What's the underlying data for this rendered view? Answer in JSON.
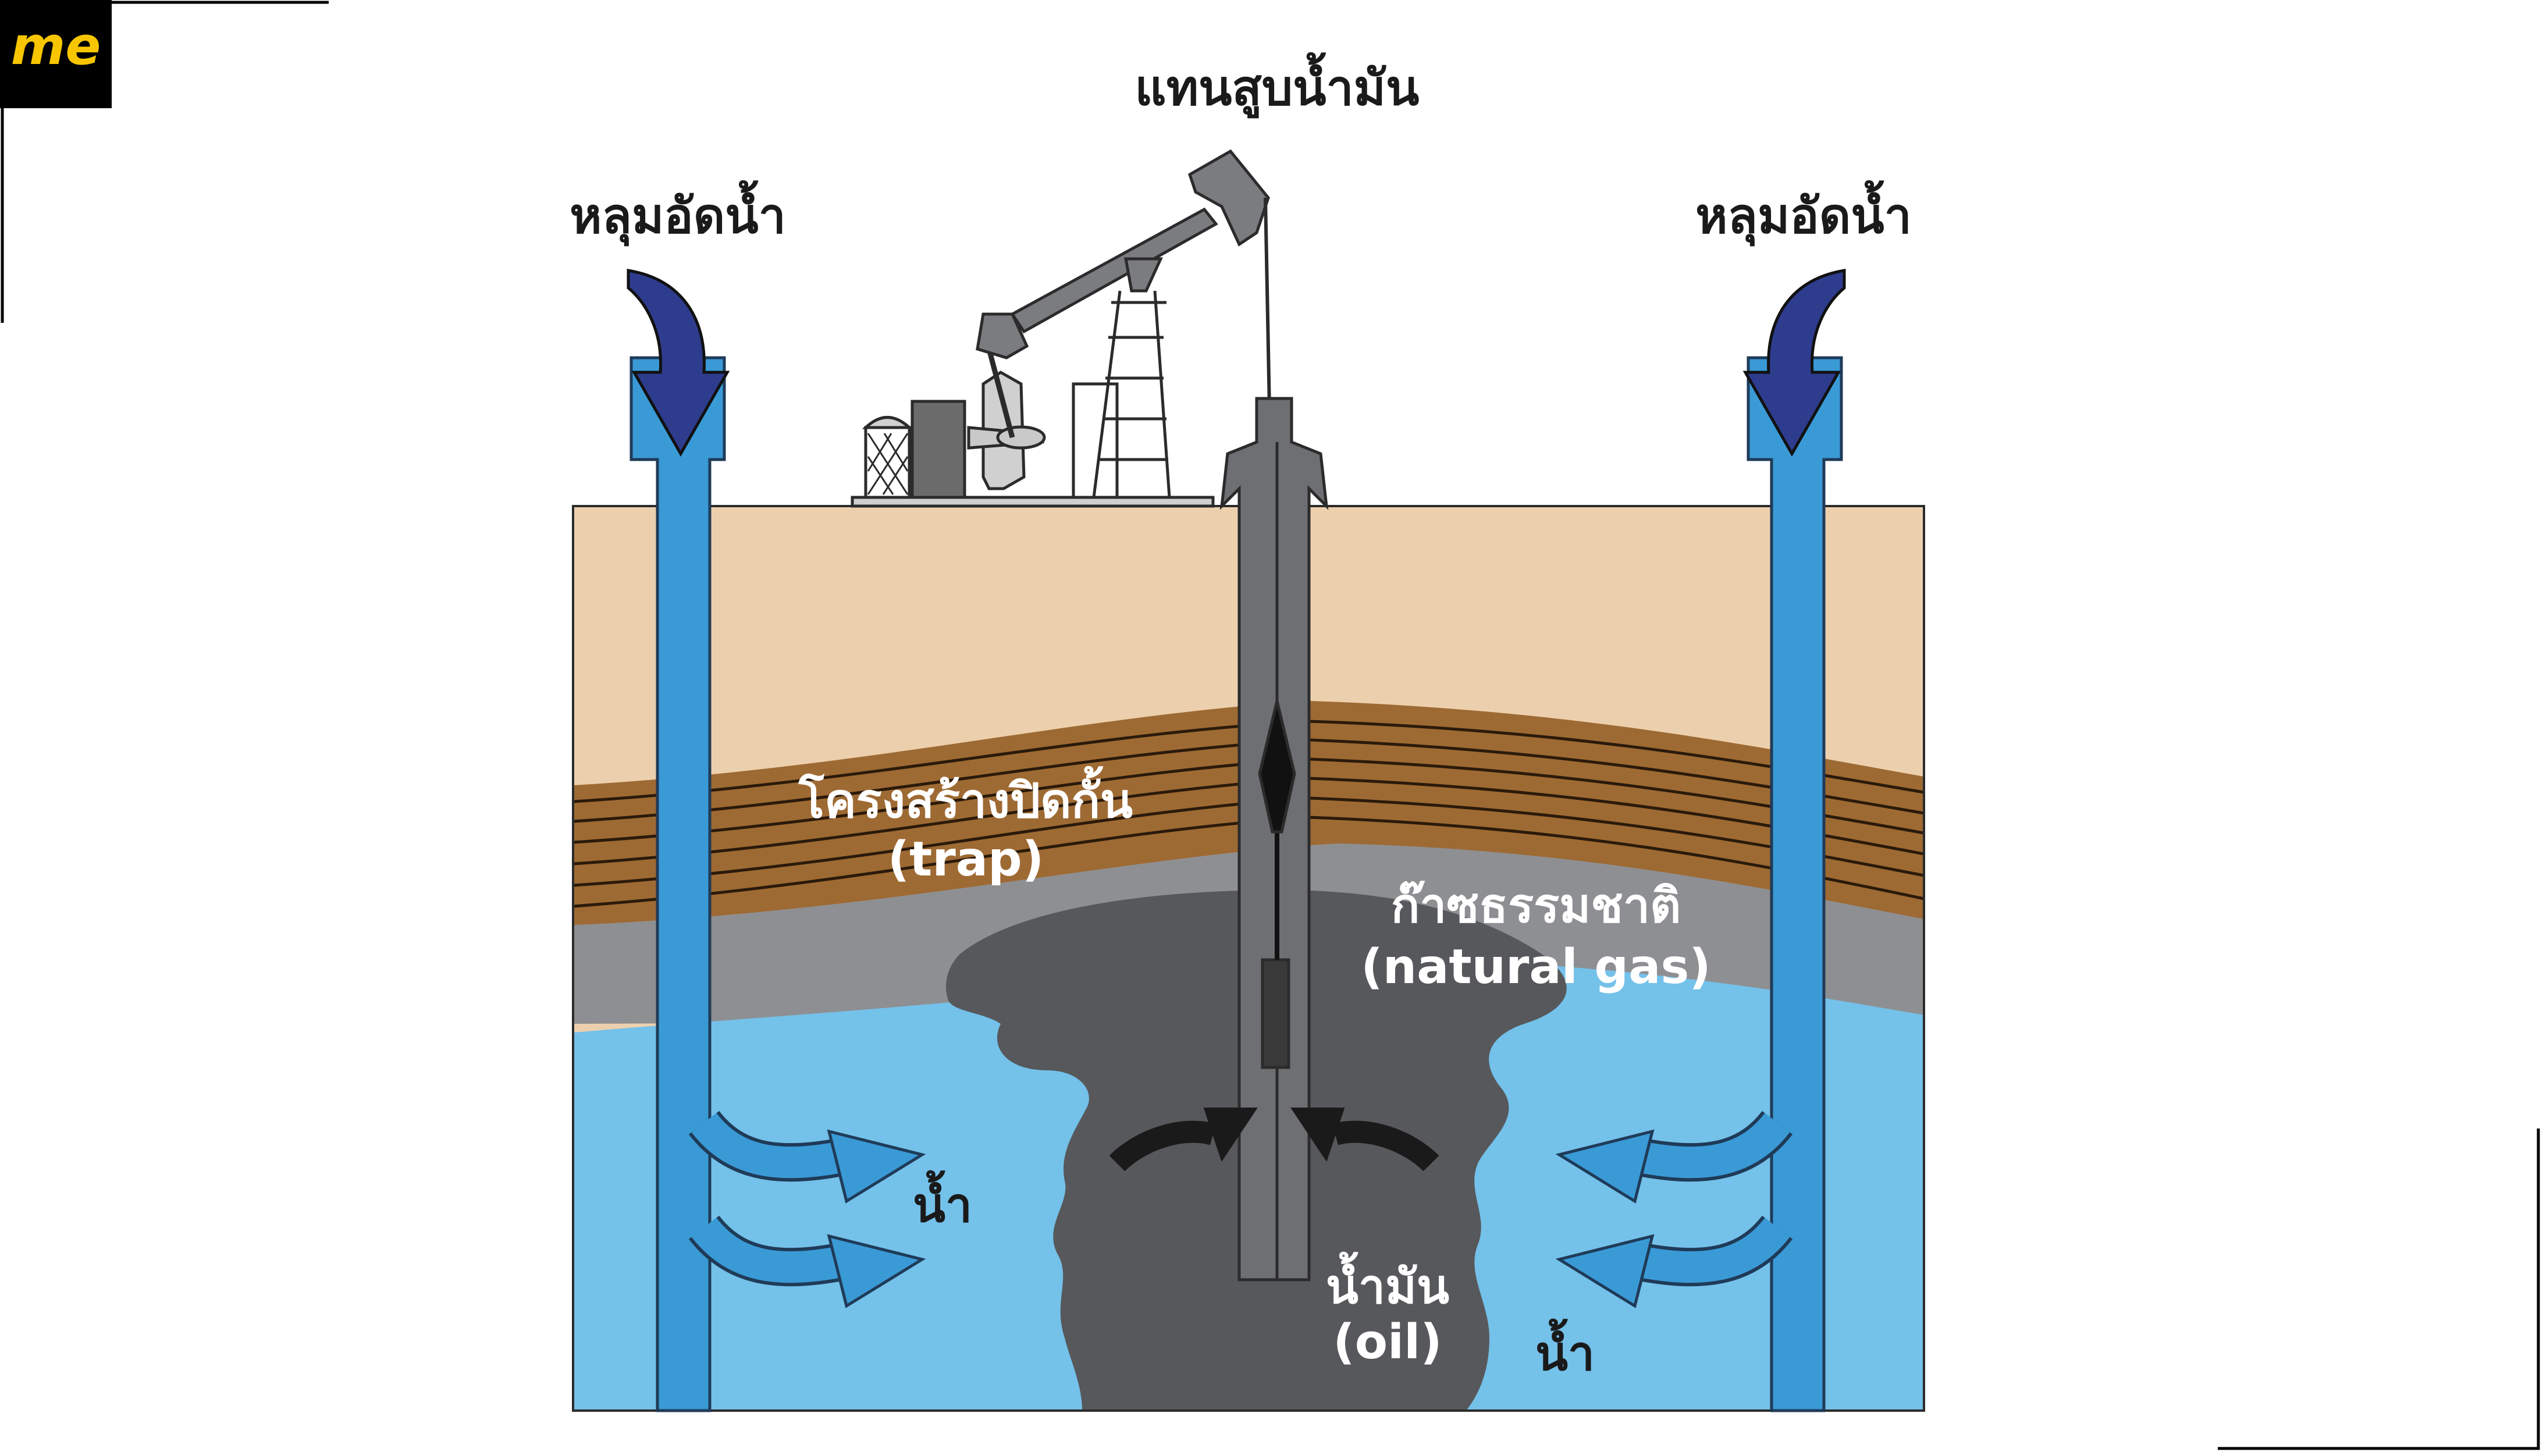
{
  "brand": {
    "logo_text": "me"
  },
  "colors": {
    "topsoil": "#ECD0AE",
    "trap_layer": "#9E6A33",
    "gas_layer": "#8E8F92",
    "water": "#74C1EA",
    "oil": "#57585B",
    "pipe_blue": "#3A9AD6",
    "arrow_navy": "#2E3C8E",
    "pump_grey": "#7B7C7F",
    "text_dark": "#1a1a1a",
    "text_light": "#ffffff"
  },
  "labels": {
    "pump": "แทนสูบน้ำมัน",
    "injection_left": "หลุมอัดน้ำ",
    "injection_right": "หลุมอัดน้ำ",
    "trap_th": "โครงสร้างปิดกั้น",
    "trap_en": "(trap)",
    "gas_th": "ก๊าซธรรมชาติ",
    "gas_en": "(natural gas)",
    "oil_th": "น้ำมัน",
    "oil_en": "(oil)",
    "water_left": "น้ำ",
    "water_right": "น้ำ"
  }
}
